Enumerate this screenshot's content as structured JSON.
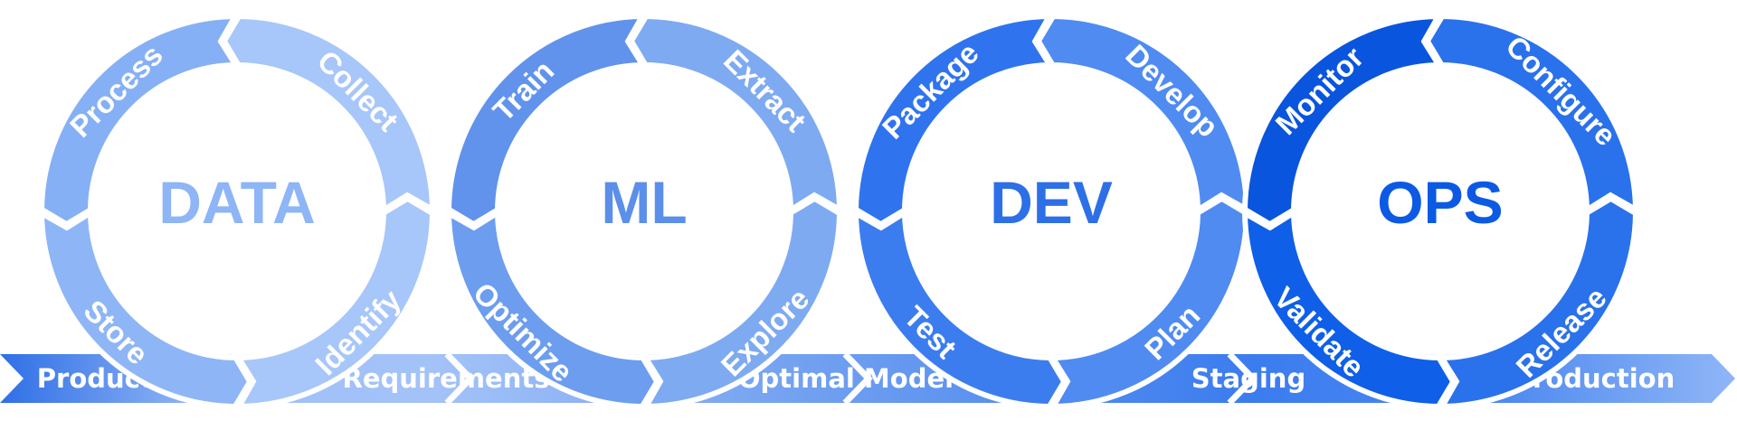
{
  "cycles": [
    {
      "title": "DATA",
      "steps": [
        "Collect",
        "Process",
        "Store",
        "Identify"
      ],
      "colors": {
        "ring": "#8eb5f6",
        "light": "#a7c6f9",
        "dark": "#86b0f5",
        "text": "#8eb5f6"
      }
    },
    {
      "title": "ML",
      "steps": [
        "Extract",
        "Train",
        "Optimize",
        "Explore"
      ],
      "colors": {
        "ring": "#6c9def",
        "light": "#7eaaf2",
        "dark": "#6193ec",
        "text": "#5b8fea"
      }
    },
    {
      "title": "DEV",
      "steps": [
        "Develop",
        "Package",
        "Test",
        "Plan"
      ],
      "colors": {
        "ring": "#3b7def",
        "light": "#4f8bf1",
        "dark": "#2f74ee",
        "text": "#2d6fe6"
      }
    },
    {
      "title": "OPS",
      "steps": [
        "Configure",
        "Monitor",
        "Validate",
        "Release"
      ],
      "colors": {
        "ring": "#0f5fe8",
        "light": "#2a71ec",
        "dark": "#0a55dd",
        "text": "#0c5ae4"
      }
    }
  ],
  "arrows": [
    {
      "label": "Production",
      "color": "#2f6fe6"
    },
    {
      "label": "Requirements",
      "color": "#a3c2f8"
    },
    {
      "label": "Optimal Model",
      "color": "#6e9ef0"
    },
    {
      "label": "Staging",
      "color": "#3b7cef"
    },
    {
      "label": "Production",
      "color": "#90b6f6"
    }
  ]
}
